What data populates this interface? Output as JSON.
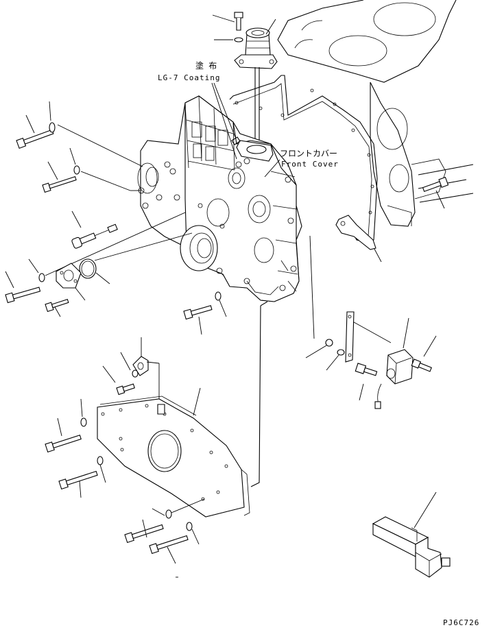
{
  "labels": {
    "coating_jp": "塗 布",
    "coating_en": "LG-7 Coating",
    "front_cover_jp": "フロントカバー",
    "front_cover_en": "Front Cover",
    "drawing_code": "PJ6C726"
  }
}
